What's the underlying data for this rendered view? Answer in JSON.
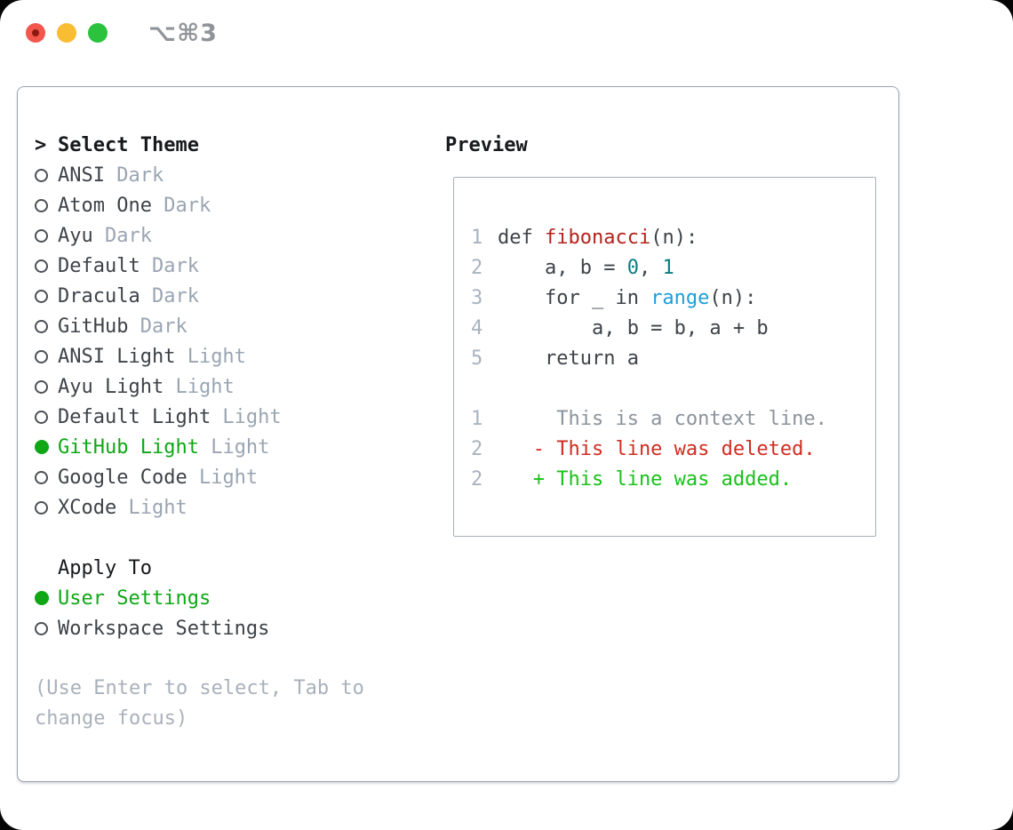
{
  "window": {
    "title": "⌥⌘3",
    "traffic_lights": [
      {
        "name": "close",
        "color": "#f2564d"
      },
      {
        "name": "minimize",
        "color": "#f9bd33"
      },
      {
        "name": "zoom",
        "color": "#2bc23e"
      }
    ]
  },
  "colors": {
    "accent_green": "#0fa716",
    "added_green": "#19c119",
    "deleted_red": "#d02d22",
    "func_red": "#b3231c",
    "num_teal": "#0b7c80",
    "builtin_blue": "#1d9ed8",
    "text_strong": "#17191c",
    "text_dark": "#3d4349",
    "text_muted": "#9aa5b2",
    "line_number": "#a9b3bf",
    "context_gray": "#8b939c",
    "hint_gray": "#a9b1ba",
    "panel_border": "#9ba3ad",
    "preview_border": "#a9b0b9"
  },
  "theme_panel": {
    "header": {
      "pointer": ">",
      "label": "Select Theme"
    },
    "items": [
      {
        "name": "ANSI",
        "variant": "Dark",
        "selected": false
      },
      {
        "name": "Atom One",
        "variant": "Dark",
        "selected": false
      },
      {
        "name": "Ayu",
        "variant": "Dark",
        "selected": false
      },
      {
        "name": "Default",
        "variant": "Dark",
        "selected": false
      },
      {
        "name": "Dracula",
        "variant": "Dark",
        "selected": false
      },
      {
        "name": "GitHub",
        "variant": "Dark",
        "selected": false
      },
      {
        "name": "ANSI Light",
        "variant": "Light",
        "selected": false
      },
      {
        "name": "Ayu Light",
        "variant": "Light",
        "selected": false
      },
      {
        "name": "Default Light",
        "variant": "Light",
        "selected": false
      },
      {
        "name": "GitHub Light",
        "variant": "Light",
        "selected": true
      },
      {
        "name": "Google Code",
        "variant": "Light",
        "selected": false
      },
      {
        "name": "XCode",
        "variant": "Light",
        "selected": false
      }
    ],
    "apply_to": {
      "label": "Apply To",
      "options": [
        {
          "name": "User Settings",
          "selected": true
        },
        {
          "name": "Workspace Settings",
          "selected": false
        }
      ]
    },
    "hint": "(Use Enter to select, Tab to change focus)"
  },
  "preview": {
    "title": "Preview",
    "lines": [
      {
        "n": "1",
        "tokens": [
          {
            "t": "def ",
            "c": "code"
          },
          {
            "t": "fibonacci",
            "c": "func"
          },
          {
            "t": "(n):",
            "c": "code"
          }
        ]
      },
      {
        "n": "2",
        "tokens": [
          {
            "t": "    a, b = ",
            "c": "code"
          },
          {
            "t": "0",
            "c": "num"
          },
          {
            "t": ", ",
            "c": "code"
          },
          {
            "t": "1",
            "c": "num"
          }
        ]
      },
      {
        "n": "3",
        "tokens": [
          {
            "t": "    for _ in ",
            "c": "code"
          },
          {
            "t": "range",
            "c": "builtin"
          },
          {
            "t": "(n):",
            "c": "code"
          }
        ]
      },
      {
        "n": "4",
        "tokens": [
          {
            "t": "        a, b = b, a + b",
            "c": "code"
          }
        ]
      },
      {
        "n": "5",
        "tokens": [
          {
            "t": "    return a",
            "c": "code"
          }
        ]
      },
      {
        "n": "",
        "tokens": []
      },
      {
        "n": "1",
        "tokens": [
          {
            "t": "     This is a context line.",
            "c": "context"
          }
        ]
      },
      {
        "n": "2",
        "tokens": [
          {
            "t": "   - This line was deleted.",
            "c": "deleted"
          }
        ]
      },
      {
        "n": "2",
        "tokens": [
          {
            "t": "   + This line was added.",
            "c": "added"
          }
        ]
      }
    ]
  }
}
